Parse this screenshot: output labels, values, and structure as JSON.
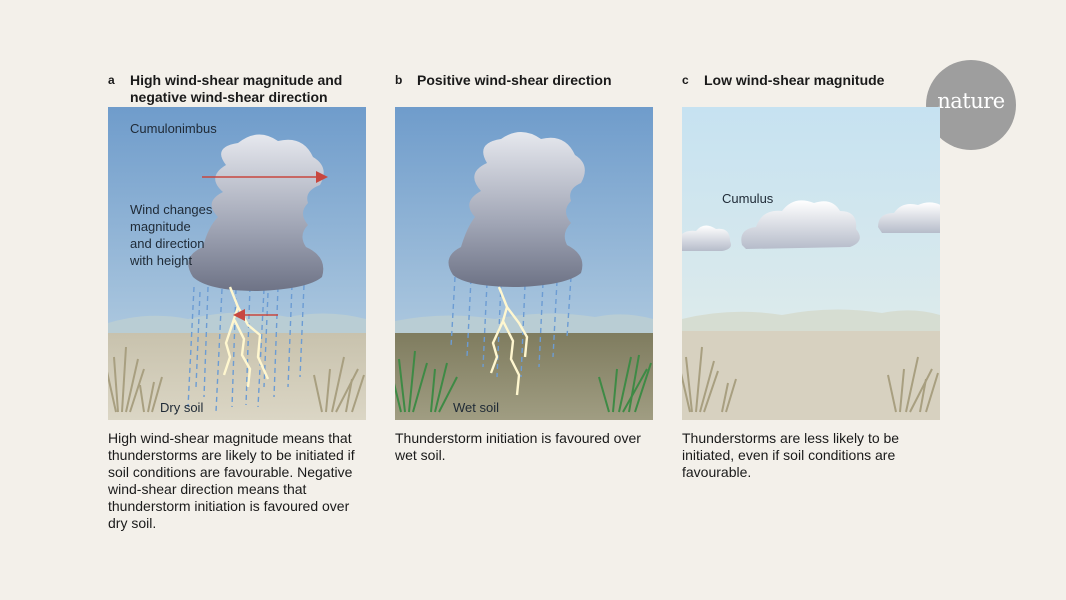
{
  "logo": {
    "text": "nature"
  },
  "panels": [
    {
      "letter": "a",
      "title": "High wind-shear magnitude and negative wind-shear direction",
      "cloud_label": "Cumulonimbus",
      "annotation": [
        "Wind changes",
        "magnitude",
        "and direction",
        "with height"
      ],
      "ground_label": "Dry soil",
      "caption": "High wind-shear magnitude means that thunderstorms are likely to be initiated if soil conditions are favourable. Negative wind-shear direction means that thunderstorm initiation is favoured over dry soil."
    },
    {
      "letter": "b",
      "title": "Positive wind-shear direction",
      "ground_label": "Wet soil",
      "caption": "Thunderstorm initiation is favoured over wet soil."
    },
    {
      "letter": "c",
      "title": "Low wind-shear magnitude",
      "cloud_label": "Cumulus",
      "caption": "Thunderstorms are less likely to be initiated, even if soil conditions are favourable."
    }
  ],
  "colors": {
    "sky_storm": "#7ea6cf",
    "sky_clear": "#cfe6f2",
    "dry_ground": "#cfc9b6",
    "wet_ground": "#8d8a6a",
    "arrow": "#c8473f",
    "dry_grass": "#a89f80",
    "wet_grass": "#3e8a45"
  }
}
